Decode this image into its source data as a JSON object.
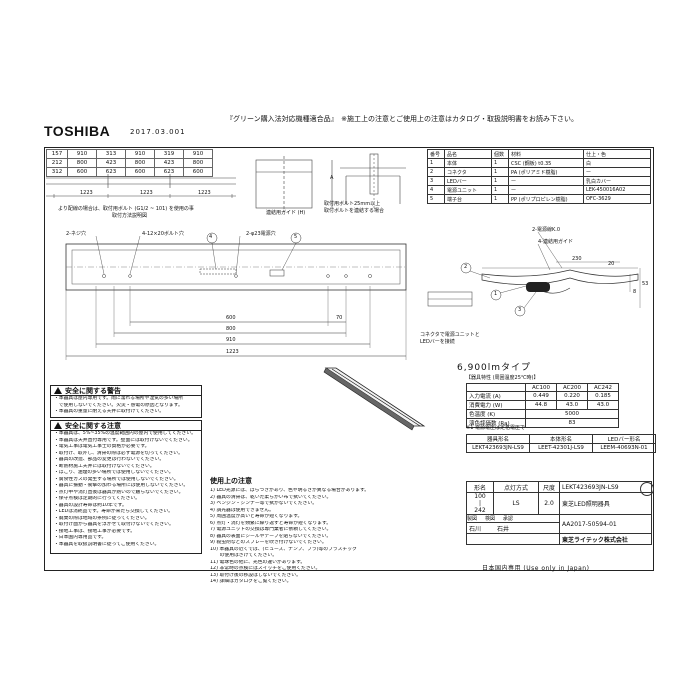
{
  "header": {
    "brand": "TOSHIBA",
    "date": "2017.03.001",
    "note": "『グリーン購入法対応機種適合品』　※施工上の注意とご使用上の注意はカタログ・取扱説明書をお読み下さい。"
  },
  "dimension_table": {
    "rows": [
      [
        "157",
        "910",
        "313",
        "910",
        "319",
        "910"
      ],
      [
        "212",
        "800",
        "423",
        "800",
        "423",
        "800"
      ],
      [
        "312",
        "600",
        "623",
        "600",
        "623",
        "600"
      ]
    ],
    "bottom_dims": [
      "1223",
      "1223",
      "1223"
    ],
    "note1": "より配線の場合は、取付用ボルト (G1/2 ~ 101) を使用の事",
    "note2": "取付方法説明図"
  },
  "detail_labels": {
    "guide": "連結用ガイド (H)",
    "bolt_note1": "取付用ボルト25mm以上",
    "bolt_note2": "取付ボルトを連結する場合",
    "dim_a": "A"
  },
  "parts_table": {
    "headers": [
      "番号",
      "品名",
      "個数",
      "材料",
      "仕上・色"
    ],
    "rows": [
      [
        "1",
        "本体",
        "1",
        "CSC (鋼板) t0.35",
        "白"
      ],
      [
        "2",
        "コネクタ",
        "1",
        "PA (ポリアミド樹脂)",
        "ー"
      ],
      [
        "3",
        "LEDバー",
        "1",
        "ー",
        "乳白カバー"
      ],
      [
        "4",
        "電源ユニット",
        "1",
        "ー",
        "LEK-450016A02"
      ],
      [
        "5",
        "端子台",
        "1",
        "PP (ポリプロピレン樹脂)",
        "OFC-3629"
      ]
    ]
  },
  "plan_labels": {
    "hole_a": "2-ネジ穴",
    "hole_b": "4-12×20ボルト穴",
    "hole_c": "2-φ23電源穴",
    "dim_600": "600",
    "dim_800": "800",
    "dim_910": "910",
    "dim_1223": "1223",
    "dim_70": "70",
    "callout_4": "4",
    "callout_5": "5"
  },
  "section_labels": {
    "label_ko": "2-電源線K.0",
    "label_guide": "4-連結用ガイド",
    "dim_230": "230",
    "dim_20": "20",
    "dim_53": "53",
    "dim_8": "8",
    "callout_1": "1",
    "callout_2": "2",
    "callout_3": "3",
    "connector_note1": "コネクタで電源ユニットと",
    "connector_note2": "LEDバーを接続"
  },
  "spec": {
    "type_title": "6,900lmタイプ",
    "caption": "【器具特性 (周囲温度25℃時)】",
    "headers": [
      "",
      "AC100",
      "AC200",
      "AC242"
    ],
    "rows": [
      [
        "入力電流 (A)",
        "0.449",
        "0.220",
        "0.185"
      ],
      [
        "消費電力 (W)",
        "44.8",
        "43.0",
        "43.0"
      ],
      [
        "色温度 (K)",
        "5000",
        "",
        ""
      ],
      [
        "演色評価数 (Ra)",
        "83",
        "",
        ""
      ]
    ],
    "footnote": "※1 電源電圧は定格電圧で"
  },
  "model_table": {
    "headers": [
      "器具形名",
      "本体形名",
      "LEDバー形名"
    ],
    "row": [
      "LEKT423693JN-LS9",
      "LEET-42301J-LS9",
      "LEEM-40693N-01"
    ]
  },
  "warning_box": {
    "title": "安全に関する警告",
    "lines": [
      "・本器具は屋内専用です。雨に濡れる場所や湿気の多い場所",
      "　で使用しないでください。火災・感電の原因となります。",
      "・本器具の重量に耐える天井に取付けてください。"
    ]
  },
  "caution_box": {
    "title": "安全に関する注意",
    "lines": [
      "・本器具は、5%~35%の温度範囲内の屋内で使用してください。",
      "・本器具は天井直付専用です。壁面には取付けないでください。",
      "・電気工事は電気工事士の資格が必要です。",
      "・取付け、取外し、清掃の際は必ず電源を切ってください。",
      "・器具の改造、部品の変更は行わないでください。",
      "・断熱材施工天井には取付けないでください。",
      "・ほこり、油煙の多い場所では使用しないでください。",
      "・腐食性ガスの発生する場所では使用しないでください。",
      "・器具に振動・衝撃の加わる場所には使用しないでください。",
      "・点灯中や消灯直後は器具が熱いので触らないでください。",
      "・保守点検は定期的に行ってください。",
      "・器具の設計寿命は約10年です。",
      "・LEDは消耗品です。寿命が来たら交換してください。",
      "・廃棄の際は地域の条例に従ってください。",
      "・取付け面から器具を浮かせて取付けないでください。",
      "・接地工事は、接地工事が必要です。",
      "・日本国内専用品です。",
      "・本器具を取扱説明書に従ってご使用ください。"
    ]
  },
  "usage_notes": {
    "title": "使用上の注意",
    "lines": [
      "1) LED光源には、ばらつきがあり、色や明るさが異なる場合があります。",
      "2) 器具の清掃は、乾いた柔らかい布で拭いてください。",
      "3) ベンジン・シンナー等で拭かないでください。",
      "4) 調光器は使用できません。",
      "5) 周囲温度が高いと寿命が短くなります。",
      "6) 点灯・消灯を頻繁に繰り返すと寿命が短くなります。",
      "7) 電源ユニットの交換は専門業者に依頼してください。",
      "8) 器具の表面にシールやテープを貼らないでください。",
      "9) 殺虫剤などのスプレーを吹き付けないでください。",
      "10) 本器具の近くでは、(ヒューズ、ナンプ、プラ)等のプラスチック",
      "　　の使用はさけてください。",
      "11) 電球色の他に、光色の違いがあります。",
      "12) 非常時の点検にはスイッチをご使用ください。",
      "13) 取付け後の移設はしないでください。",
      "14) 詳細はカタログをご覧ください。"
    ]
  },
  "title_block": {
    "headers": [
      "形名",
      "点灯方式",
      "尺度"
    ],
    "voltage": "100\n|\n242",
    "lighting": "LS",
    "scale": "2.0",
    "model": "LEKT423693JN-LS9",
    "product": "東芝LED照明器具",
    "drawn_label": "製図",
    "checked_label": "検図",
    "designer_label": "承認",
    "name1": "石川",
    "name2": "石井",
    "drawing_no": "AA2017-50594-01",
    "company": "東芝ライテック株式会社",
    "domestic": "日本国内専用 (Use only in Japan)"
  }
}
